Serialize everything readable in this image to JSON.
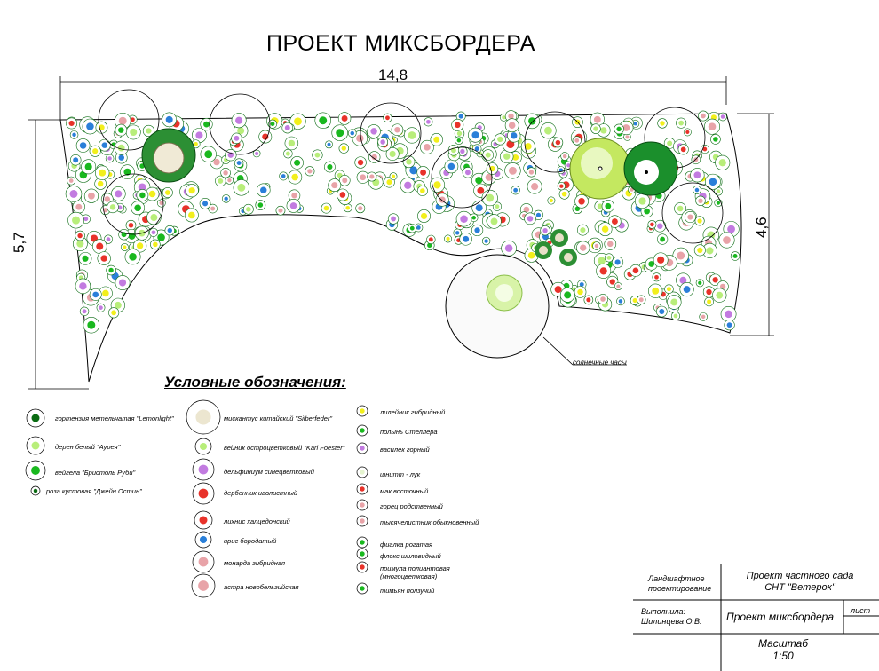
{
  "title": "ПРОЕКТ МИКСБОРДЕРА",
  "dimensions": {
    "length": "14,8",
    "left_height": "5,7",
    "right_height": "4,6"
  },
  "sundial_label": "солнечные часы",
  "legend": {
    "title": "Условные обозначения:",
    "col1": [
      {
        "label": "гортензия метельчатая \"Lemonlight\"",
        "icon": "hydrangea-symbol"
      },
      {
        "label": "дерен белый \"Аурея\"",
        "icon": "dogwood-symbol"
      },
      {
        "label": "вейгела \"Бристоль Руби\"",
        "icon": "weigela-symbol"
      },
      {
        "label": "роза кустовая \"Джейн Остин\"",
        "icon": "rose-symbol"
      }
    ],
    "col2": [
      {
        "label": "мискантус китайский \"Silberfeder\"",
        "icon": "miscanthus-symbol"
      },
      {
        "label": "вейник остроцветковый \"Karl Foester\"",
        "icon": "reed-grass-symbol"
      },
      {
        "label": "дельфиниум синецветковый",
        "icon": "delphinium-symbol"
      },
      {
        "label": "дербенник иволистный",
        "icon": "loosestrife-symbol"
      },
      {
        "label": "лихнис халцедонский",
        "icon": "lychnis-symbol"
      },
      {
        "label": "ирис бородатый",
        "icon": "iris-symbol"
      },
      {
        "label": "монарда гибридная",
        "icon": "monarda-symbol"
      },
      {
        "label": "астра новобельгийская",
        "icon": "aster-symbol"
      }
    ],
    "col3": [
      {
        "label": "лилейник гибридный",
        "icon": "daylily-symbol"
      },
      {
        "label": "полынь Стеллера",
        "icon": "wormwood-symbol"
      },
      {
        "label": "василек горный",
        "icon": "cornflower-symbol"
      },
      {
        "label": "шнитт - лук",
        "icon": "chives-symbol"
      },
      {
        "label": "мак восточный",
        "icon": "poppy-symbol"
      },
      {
        "label": "горец родственный",
        "icon": "knotweed-symbol"
      },
      {
        "label": "тысячелистник обыкновенный",
        "icon": "yarrow-symbol"
      },
      {
        "label": "фиалка рогатая",
        "icon": "violet-symbol"
      },
      {
        "label": "флокс шиловидный",
        "icon": "phlox-symbol"
      },
      {
        "label": "примула полиантовая",
        "label2": "(многоцветковая)",
        "icon": "primula-symbol"
      },
      {
        "label": "тимьян ползучий",
        "icon": "thyme-symbol"
      }
    ]
  },
  "title_block": {
    "org_line1": "Ландшафтное",
    "org_line2": "проектирование",
    "project_line1": "Проект частного сада",
    "project_line2": "СНТ \"Ветерок\"",
    "author_line1": "Выполнила:",
    "author_line2": "Шилинцева О.В.",
    "sheet_title": "Проект миксбордера",
    "sheet_label": "лист",
    "scale_label": "Масштаб",
    "scale_value": "1:50"
  },
  "colors": {
    "green": "#19b81e",
    "dark_green": "#0a6b12",
    "light_green": "#b8ee7a",
    "yellow": "#f2ef1c",
    "red": "#e8322a",
    "pink": "#e8a3a8",
    "purple": "#c27be0",
    "blue": "#2a7fd9"
  }
}
